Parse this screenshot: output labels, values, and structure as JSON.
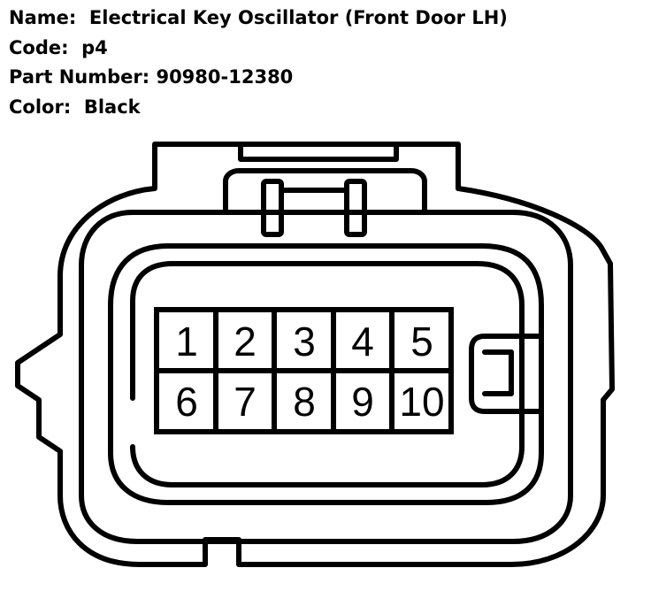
{
  "name": {
    "label": "Name:",
    "value": "Electrical Key Oscillator (Front Door LH)"
  },
  "code": {
    "label": "Code:",
    "value": "p4"
  },
  "part_number": {
    "label": "Part Number:",
    "value": "90980-12380"
  },
  "color": {
    "label": "Color:",
    "value": "Black"
  },
  "pins": {
    "row1": [
      "1",
      "2",
      "3",
      "4",
      "5"
    ],
    "row2": [
      "6",
      "7",
      "8",
      "9",
      "10"
    ]
  }
}
